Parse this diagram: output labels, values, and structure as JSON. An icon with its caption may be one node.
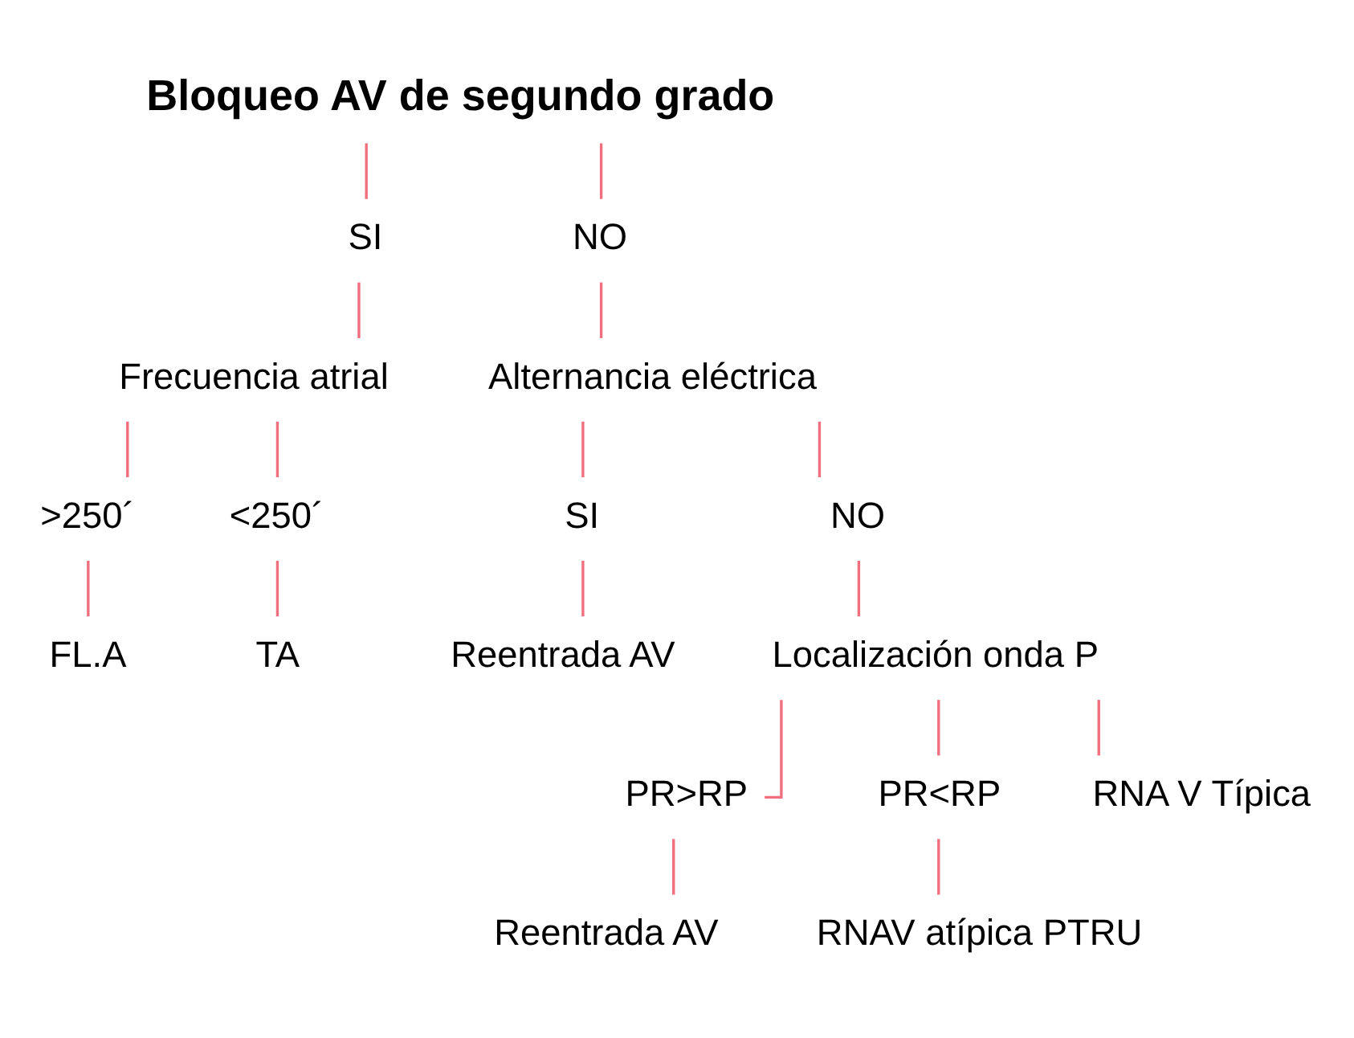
{
  "diagram": {
    "nodes": [
      {
        "text": [
          "Bloqueo AV de segundo grado"
        ]
      },
      {
        "text": [
          "SI"
        ]
      },
      {
        "text": [
          "Frecuencia atrial"
        ]
      },
      {
        "text": [
          ">250´"
        ]
      },
      {
        "text": [
          "<250´"
        ]
      },
      {
        "text": [
          "FL.A"
        ]
      },
      {
        "text": [
          "TA"
        ]
      },
      {
        "text": [
          "NO"
        ]
      },
      {
        "text": [
          "Alternancia eléctrica"
        ]
      },
      {
        "text": [
          "SI"
        ]
      },
      {
        "text": [
          "NO"
        ]
      },
      {
        "text": [
          "Reentrada AV"
        ]
      },
      {
        "text": [
          "Localización onda P"
        ]
      },
      {
        "text": [
          "PR>RP"
        ]
      },
      {
        "text": [
          "PR<RP"
        ]
      },
      {
        "text": [
          "RNA V Típica"
        ]
      },
      {
        "text": [
          "Reentrada AV"
        ]
      },
      {
        "text": [
          "RNAV atípica PTRU"
        ]
      }
    ],
    "edges": [
      {
        "from": 0,
        "to": 1,
        "arrow": "none"
      },
      {
        "from": 0,
        "to": 7,
        "arrow": "none"
      },
      {
        "from": 1,
        "to": 2,
        "arrow": "none"
      },
      {
        "from": 2,
        "to": 3,
        "arrow": "none"
      },
      {
        "from": 2,
        "to": 4,
        "arrow": "none"
      },
      {
        "from": 3,
        "to": 5,
        "arrow": "none"
      },
      {
        "from": 4,
        "to": 6,
        "arrow": "none"
      },
      {
        "from": 7,
        "to": 8,
        "arrow": "none"
      },
      {
        "from": 8,
        "to": 9,
        "arrow": "none"
      },
      {
        "from": 8,
        "to": 10,
        "arrow": "none"
      },
      {
        "from": 9,
        "to": 11,
        "arrow": "none"
      },
      {
        "from": 10,
        "to": 12,
        "arrow": "none"
      },
      {
        "from": 12,
        "to": 13,
        "arrow": "none"
      },
      {
        "from": 12,
        "to": 14,
        "arrow": "none"
      },
      {
        "from": 12,
        "to": 15,
        "arrow": "none"
      },
      {
        "from": 13,
        "to": 16,
        "arrow": "none"
      },
      {
        "from": 14,
        "to": 17,
        "arrow": "none"
      }
    ]
  }
}
